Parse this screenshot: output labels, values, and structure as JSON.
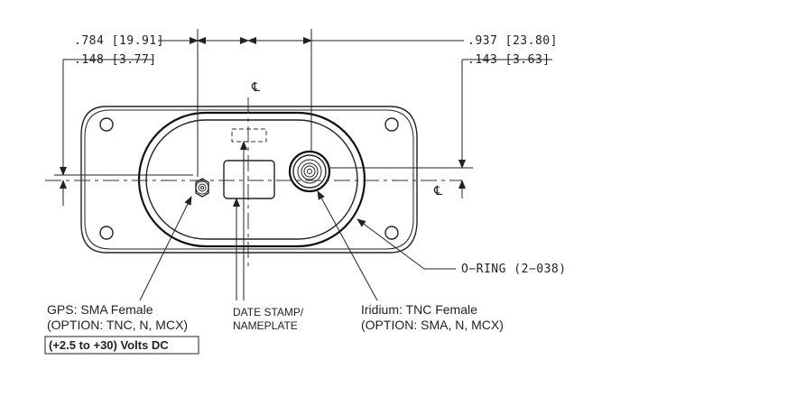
{
  "dimensions": {
    "top_left": ".784 [19.91]",
    "left_second": ".148 [3.77]",
    "top_right": ".937 [23.80]",
    "right_second": ".143 [3.63]"
  },
  "centerline_symbol": "℄",
  "labels": {
    "oring": "O−RING (2−038)",
    "gps_line1": "GPS: SMA Female",
    "gps_line2": "(OPTION: TNC, N, MCX)",
    "voltage": "(+2.5 to +30) Volts DC",
    "date_line1": "DATE STAMP/",
    "date_line2": "NAMEPLATE",
    "iridium_line1": "Iridium: TNC Female",
    "iridium_line2": "(OPTION: SMA, N, MCX)"
  }
}
